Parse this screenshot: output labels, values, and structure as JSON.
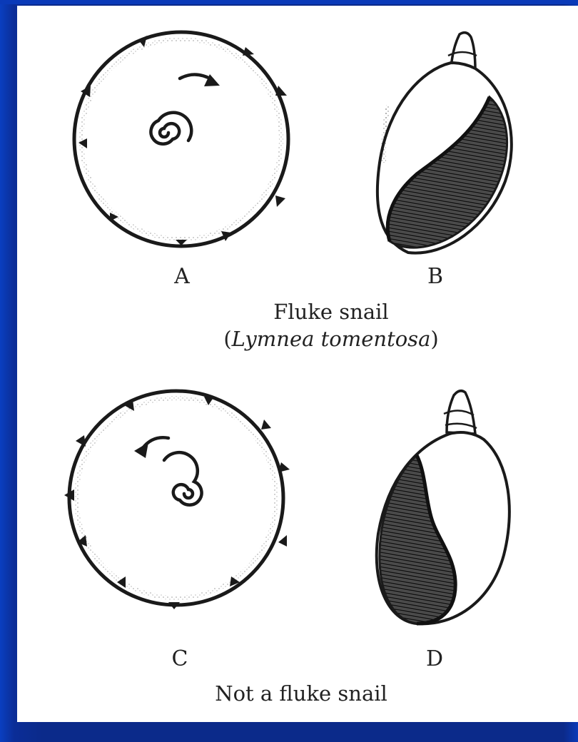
{
  "figure": {
    "panel_a_label": "A",
    "panel_b_label": "B",
    "panel_c_label": "C",
    "panel_d_label": "D",
    "top_caption": "Fluke snail",
    "top_caption_sci_open": "(",
    "top_caption_sci_name": "Lymnea tomentosa",
    "top_caption_sci_close": ")",
    "bottom_caption": "Not a fluke snail"
  },
  "colors": {
    "background_blue": "#0b2a8a",
    "panel_white": "#ffffff",
    "ink": "#1a1a1a",
    "shade": "#2b2b2b"
  },
  "icons": {
    "shell_top_view_clockwise": "spiral-clockwise-icon",
    "shell_top_view_counterclockwise": "spiral-counterclockwise-icon",
    "shell_side_view_dextral": "snail-shell-icon",
    "shell_side_view_sinistral": "snail-shell-icon"
  }
}
